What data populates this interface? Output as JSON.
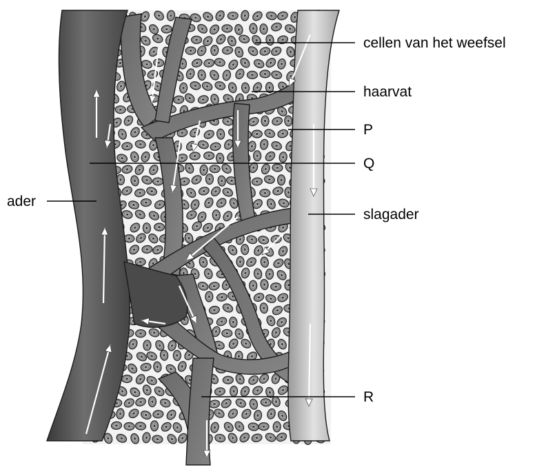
{
  "labels": {
    "cells": "cellen van het weefsel",
    "capillary": "haarvat",
    "p": "P",
    "q": "Q",
    "vein": "ader",
    "artery": "slagader",
    "r": "R"
  },
  "colors": {
    "vein_dark": "#4a4a4a",
    "vein_mid": "#7a7a7a",
    "artery_light": "#c4c4c4",
    "cell_fill": "#8e8e8e",
    "cell_nucleus": "#3c3c3c",
    "background": "#ffffff"
  }
}
